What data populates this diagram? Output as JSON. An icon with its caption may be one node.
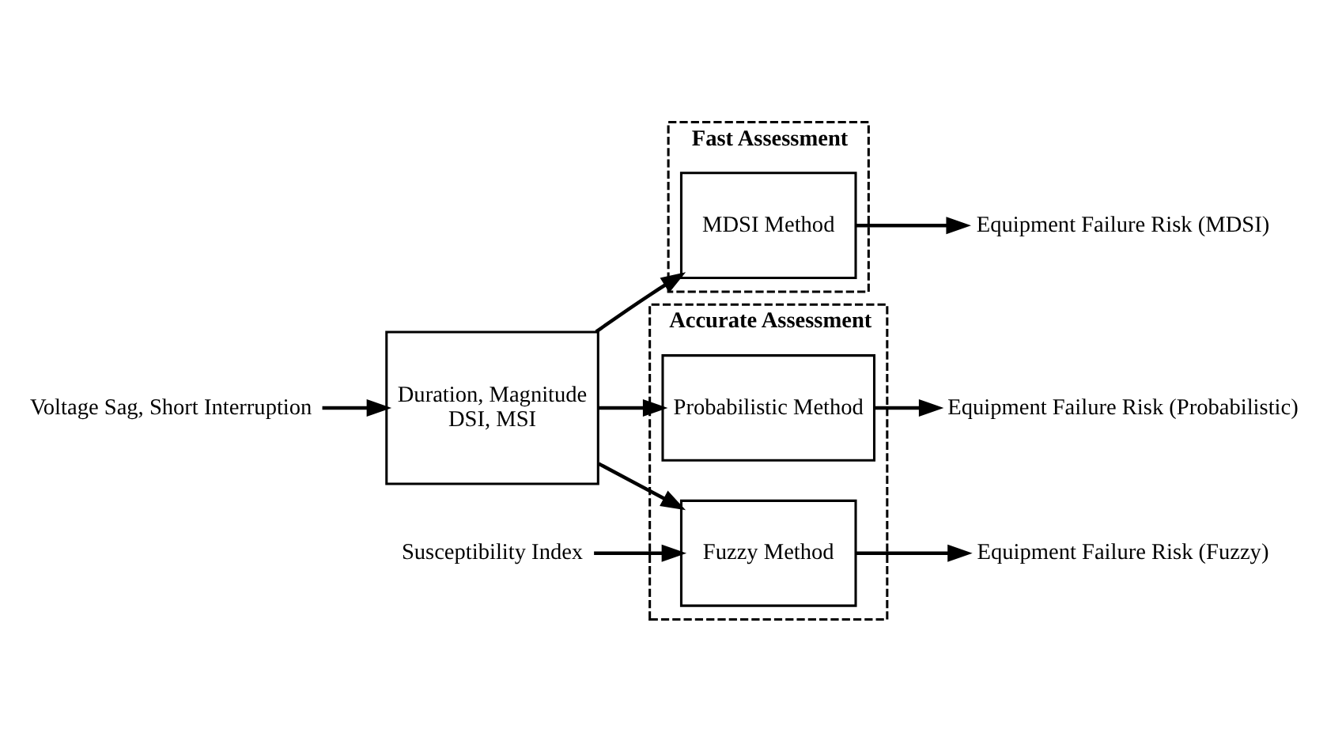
{
  "diagram": {
    "nodes": [
      {
        "text": [
          "Voltage Sag, Short Interruption"
        ]
      },
      {
        "text": [
          "Duration, Magnitude",
          "DSI, MSI"
        ]
      },
      {
        "text": [
          "Fast Assessment"
        ]
      },
      {
        "text": [
          "MDSI Method"
        ],
        "in": 2
      },
      {
        "text": [
          "Accurate Assessment"
        ]
      },
      {
        "text": [
          "Probabilistic Method"
        ],
        "in": 4
      },
      {
        "text": [
          "Fuzzy Method"
        ],
        "in": 4
      },
      {
        "text": [
          "Susceptibility Index"
        ]
      },
      {
        "text": [
          "Equipment Failure Risk (MDSI)"
        ]
      },
      {
        "text": [
          "Equipment Failure Risk (Probabilistic)"
        ]
      },
      {
        "text": [
          "Equipment Failure Risk (Fuzzy)"
        ]
      }
    ],
    "edges": [
      {
        "from": 0,
        "to": 1,
        "arrow": "to"
      },
      {
        "from": 1,
        "to": 3,
        "arrow": "to"
      },
      {
        "from": 1,
        "to": 5,
        "arrow": "to"
      },
      {
        "from": 1,
        "to": 6,
        "arrow": "to"
      },
      {
        "from": 7,
        "to": 6,
        "arrow": "to"
      },
      {
        "from": 3,
        "to": 8,
        "arrow": "to"
      },
      {
        "from": 5,
        "to": 9,
        "arrow": "to"
      },
      {
        "from": 6,
        "to": 10,
        "arrow": "to"
      }
    ]
  }
}
